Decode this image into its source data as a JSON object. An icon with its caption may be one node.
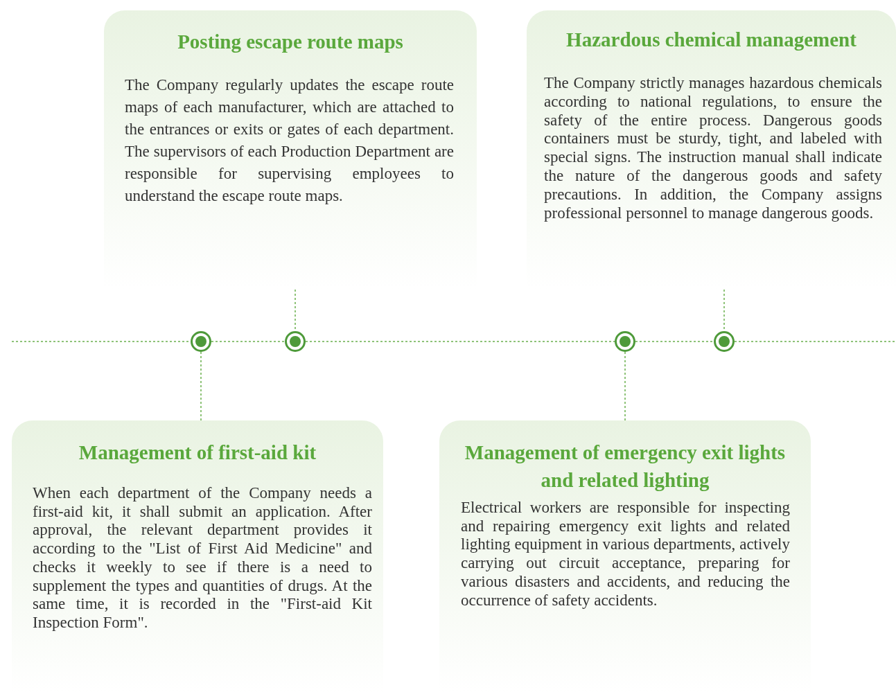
{
  "diagram": {
    "nodes": [
      {
        "text": [
          "Posting escape route maps",
          "The Company regularly updates the escape route maps of each manufacturer, which are attached to the entrances or exits or gates of each department. The supervisors of each Production Department are responsible for supervising employees to understand the escape route maps."
        ]
      },
      {
        "text": [
          "Hazardous chemical management",
          "The Company strictly manages hazardous chemicals according to national regulations, to ensure the safety of the entire process. Dangerous goods containers must be sturdy, tight, and labeled with special signs. The instruction manual shall indicate the nature of the dangerous goods and safety precautions. In addition, the Company assigns professional personnel to manage dangerous goods."
        ]
      },
      {
        "text": [],
        "shape": "circle"
      },
      {
        "text": [],
        "shape": "circle"
      },
      {
        "text": [],
        "shape": "circle"
      },
      {
        "text": [],
        "shape": "circle"
      },
      {
        "text": [
          "Management of first-aid kit",
          "When each department of the Company needs a first-aid kit, it shall submit an application. After approval, the relevant department provides it according to the \"List of First Aid Medicine\" and checks it weekly to see if there is a need to supplement the types and quantities of drugs. At the same time, it is recorded in the \"First-aid Kit Inspection Form\"."
        ]
      },
      {
        "text": [
          "Management of emergency exit lights and related lighting",
          "Electrical workers are responsible for inspecting and repairing emergency exit lights and related lighting equipment in various departments, actively carrying out circuit acceptance, preparing for various disasters and accidents, and reducing the occurrence of safety accidents."
        ]
      }
    ],
    "edges": [
      {
        "from": 0,
        "to": 3,
        "arrow": "none",
        "style": "dashed"
      },
      {
        "from": 1,
        "to": 5,
        "arrow": "none",
        "style": "dashed"
      },
      {
        "from": 2,
        "to": 6,
        "arrow": "none",
        "style": "dashed"
      },
      {
        "from": 4,
        "to": 7,
        "arrow": "none",
        "style": "dashed"
      },
      {
        "from": 2,
        "to": 3,
        "arrow": "none",
        "style": "dashed"
      },
      {
        "from": 3,
        "to": 4,
        "arrow": "none",
        "style": "dashed"
      },
      {
        "from": 4,
        "to": 5,
        "arrow": "none",
        "style": "dashed"
      }
    ]
  }
}
